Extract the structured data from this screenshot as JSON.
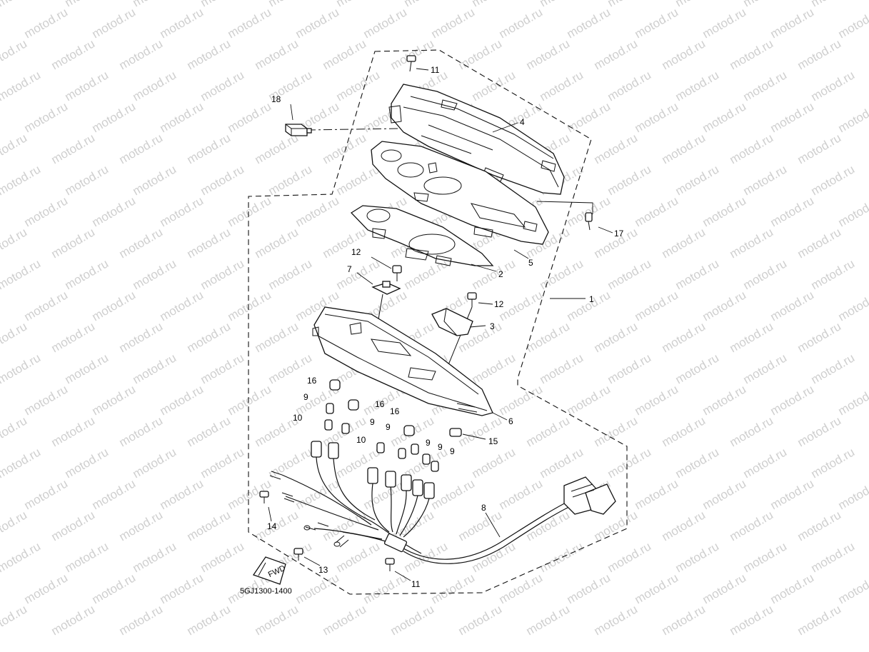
{
  "watermark": "motod.ru",
  "diagram_code": "5GJ1300-1400",
  "fwd_label": "FWD",
  "callouts": [
    {
      "id": "c1",
      "label": "1"
    },
    {
      "id": "c2",
      "label": "2"
    },
    {
      "id": "c3",
      "label": "3"
    },
    {
      "id": "c4",
      "label": "4"
    },
    {
      "id": "c5",
      "label": "5"
    },
    {
      "id": "c6",
      "label": "6"
    },
    {
      "id": "c7",
      "label": "7"
    },
    {
      "id": "c8",
      "label": "8"
    },
    {
      "id": "c9a",
      "label": "9"
    },
    {
      "id": "c9b",
      "label": "9"
    },
    {
      "id": "c9c",
      "label": "9"
    },
    {
      "id": "c9d",
      "label": "9"
    },
    {
      "id": "c9e",
      "label": "9"
    },
    {
      "id": "c9f",
      "label": "9"
    },
    {
      "id": "c10a",
      "label": "10"
    },
    {
      "id": "c10b",
      "label": "10"
    },
    {
      "id": "c11a",
      "label": "11"
    },
    {
      "id": "c11b",
      "label": "11"
    },
    {
      "id": "c12a",
      "label": "12"
    },
    {
      "id": "c12b",
      "label": "12"
    },
    {
      "id": "c13",
      "label": "13"
    },
    {
      "id": "c14",
      "label": "14"
    },
    {
      "id": "c15",
      "label": "15"
    },
    {
      "id": "c16a",
      "label": "16"
    },
    {
      "id": "c16b",
      "label": "16"
    },
    {
      "id": "c16c",
      "label": "16"
    },
    {
      "id": "c17",
      "label": "17"
    },
    {
      "id": "c18",
      "label": "18"
    }
  ]
}
